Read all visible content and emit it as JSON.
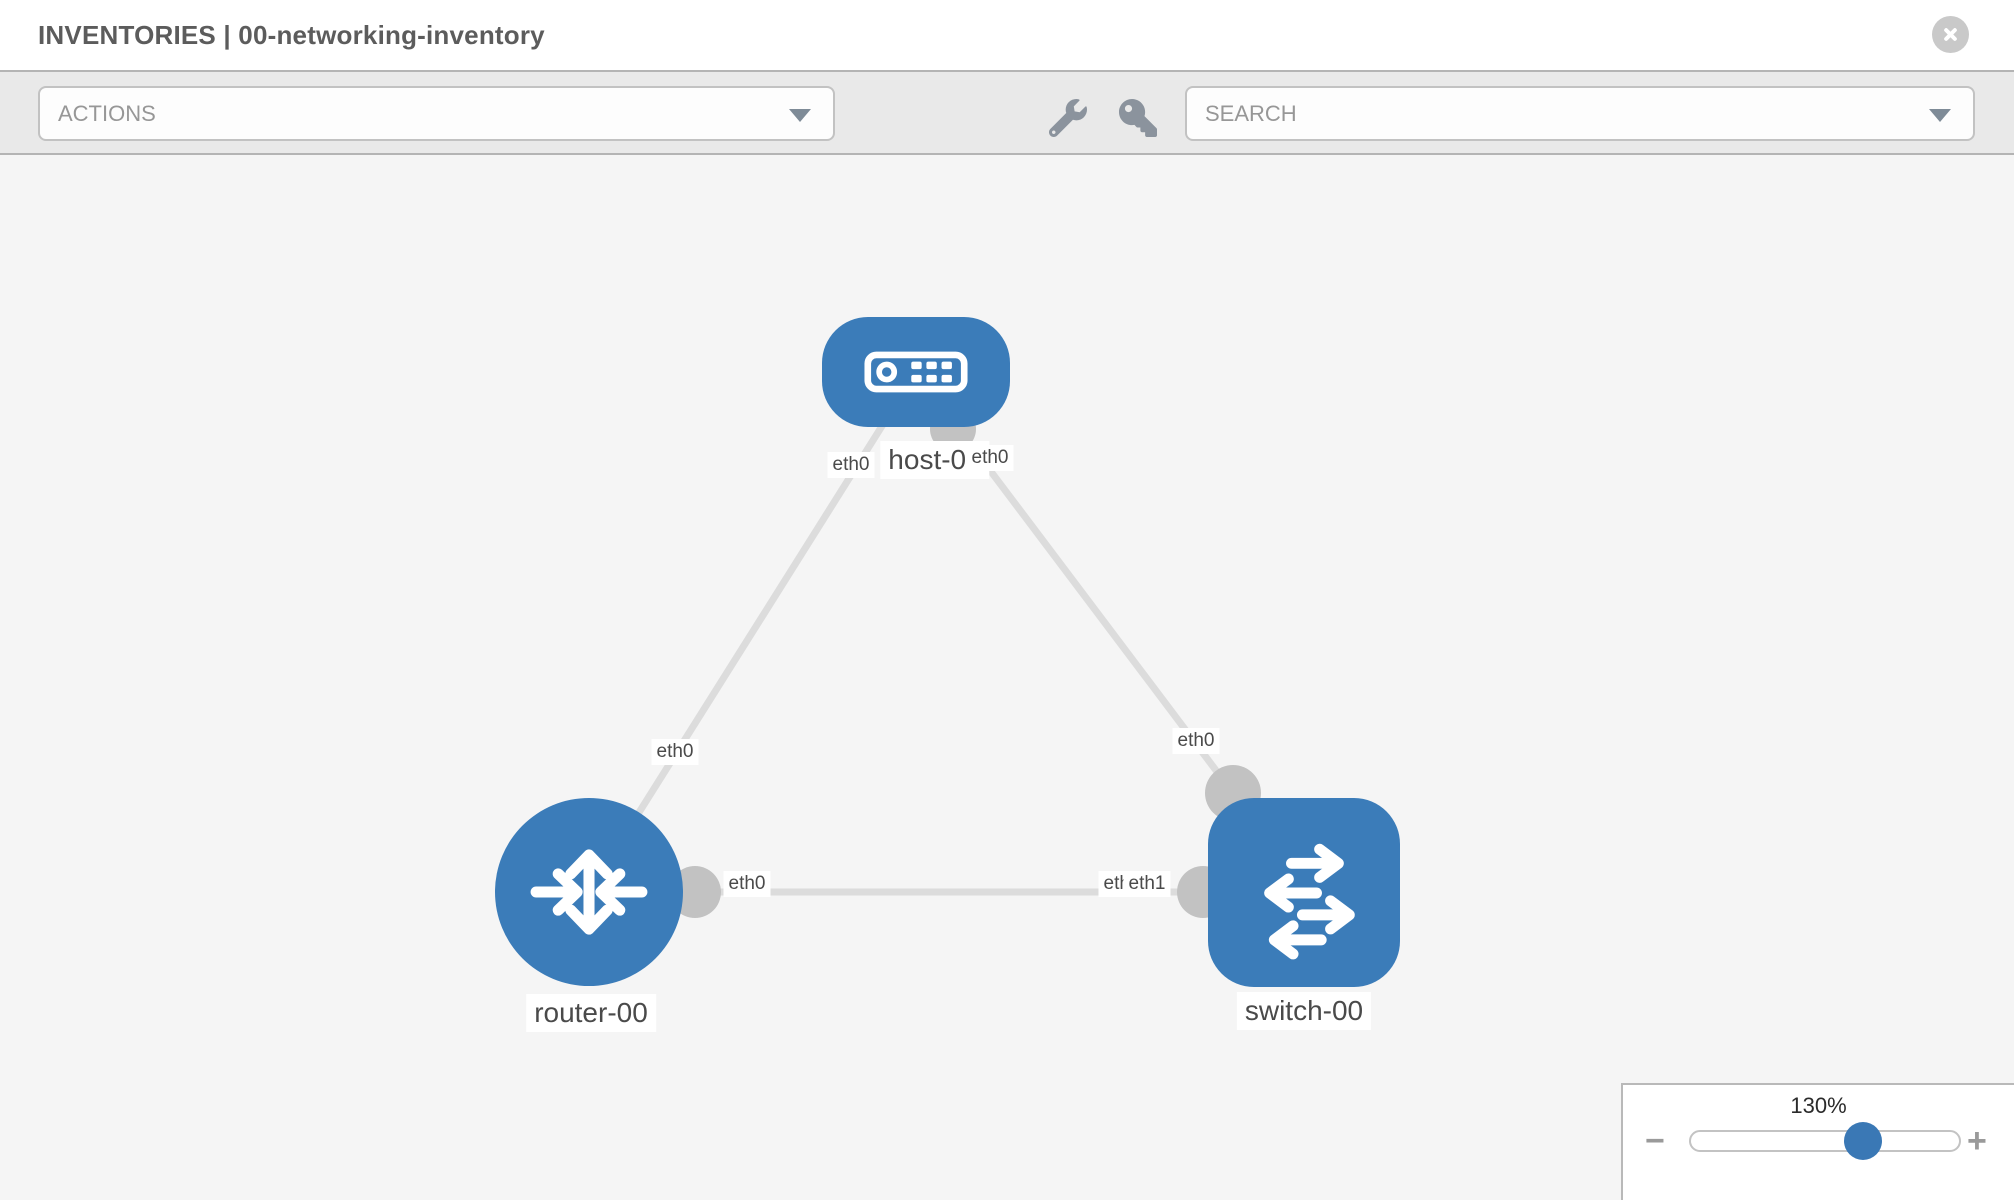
{
  "header": {
    "title": "INVENTORIES | 00-networking-inventory",
    "close_icon": "circle-x-icon"
  },
  "toolbar": {
    "actions_label": "ACTIONS",
    "search_label": "SEARCH",
    "icons": [
      "wrench-icon",
      "key-icon"
    ]
  },
  "topology": {
    "nodes": [
      {
        "id": "host-00",
        "label": "host-00",
        "type": "host",
        "icon": "server-icon"
      },
      {
        "id": "router-00",
        "label": "router-00",
        "type": "router",
        "icon": "router-arrows-icon"
      },
      {
        "id": "switch-00",
        "label": "switch-00",
        "type": "switch",
        "icon": "switch-arrows-icon"
      }
    ],
    "links": [
      {
        "source": "host-00",
        "source_interface": "eth0",
        "target": "router-00",
        "target_interface": "eth0"
      },
      {
        "source": "host-00",
        "source_interface": "eth0",
        "target": "switch-00",
        "target_interface": "eth0"
      },
      {
        "source": "router-00",
        "source_interface": "eth0",
        "target": "switch-00",
        "target_interface": "eth1"
      }
    ],
    "interface_labels": {
      "host_left": "eth0",
      "host_right": "eth0",
      "router_edge_mid": "eth0",
      "switch_edge_top": "eth0",
      "router_right": "eth0",
      "switch_left_back": "eth0",
      "switch_left_front": "eth1"
    }
  },
  "zoom_control": {
    "level": "130%",
    "minus_icon": "−",
    "plus_icon": "+"
  },
  "colors": {
    "node_blue": "#3b7cb9",
    "edge_gray": "#dcdcdc",
    "stub_gray": "#c2c2c2",
    "toolbar_gray": "#e9e9e9",
    "canvas_gray": "#f5f5f5"
  }
}
